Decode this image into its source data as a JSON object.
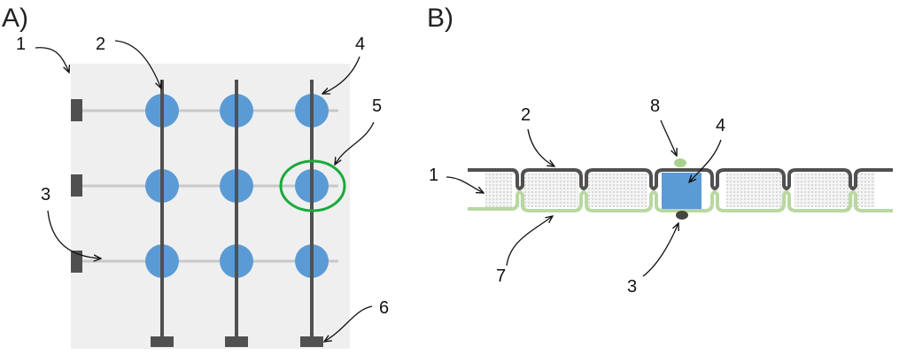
{
  "panels": {
    "a": {
      "label": "A)",
      "callouts": [
        "1",
        "2",
        "3",
        "4",
        "5",
        "6"
      ],
      "grid": {
        "rows": 3,
        "columns": 3,
        "highlighted_row": 2,
        "highlighted_column": 3
      }
    },
    "b": {
      "label": "B)",
      "callouts": [
        "1",
        "2",
        "3",
        "4",
        "7",
        "8"
      ],
      "cells": 7,
      "highlighted_cell": 4
    }
  },
  "colors": {
    "background_panel": "#efefef",
    "electrode": "#5b9bd5",
    "conductor": "#505050",
    "thin_line": "#c8c8c8",
    "highlight_ring": "#1aaa3c",
    "bottom_layer": "#b8d8a0",
    "green_dot": "#a9d18e"
  }
}
